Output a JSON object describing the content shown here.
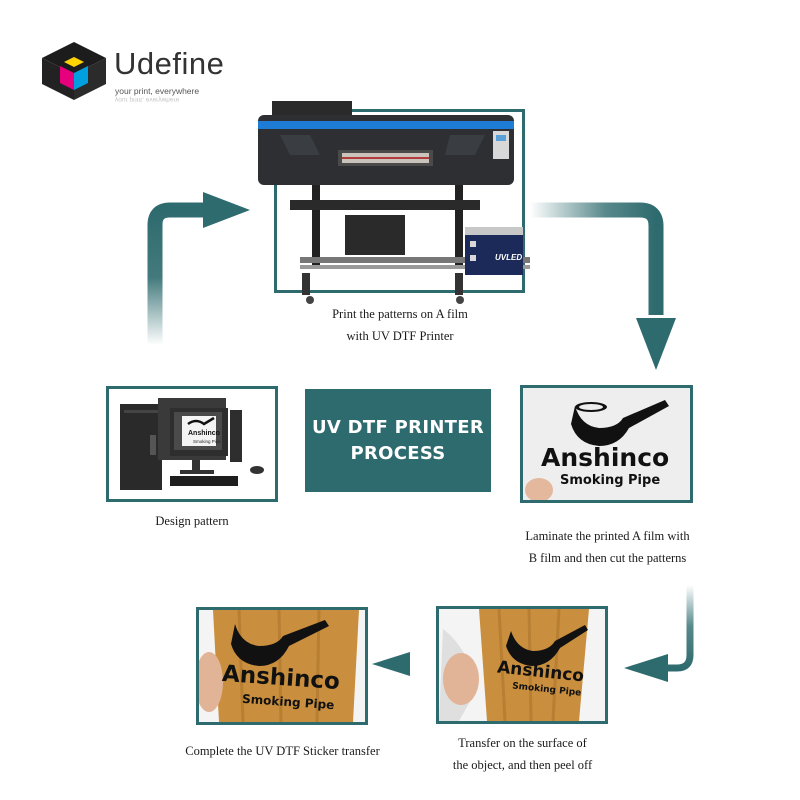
{
  "brand": {
    "name": "Udefine",
    "tagline": "your print, everywhere",
    "tagline_mirror": "your print, everywhere"
  },
  "title": {
    "line1": "UV DTF PRINTER",
    "line2": "PROCESS"
  },
  "steps": {
    "print": {
      "line1": "Print the patterns on A film",
      "line2": "with UV DTF Printer",
      "device_label": "UVLED"
    },
    "design": {
      "caption": "Design pattern",
      "screen_word": "Anshinco",
      "screen_sub": "Smoking Pipe"
    },
    "laminate": {
      "line1": "Laminate the printed A film with",
      "line2": "B film and then cut the patterns",
      "word": "Anshinco",
      "sub": "Smoking Pipe"
    },
    "transfer": {
      "line1": "Transfer on the surface of",
      "line2": "the object, and then peel off",
      "word": "Anshinco",
      "sub": "Smoking Pipe"
    },
    "complete": {
      "caption": "Complete the UV DTF Sticker transfer",
      "word": "Anshinco",
      "sub": "Smoking Pipe"
    }
  },
  "colors": {
    "accent": "#2e6b6e",
    "magenta": "#e6007e",
    "cyan": "#00a0e0",
    "yellow": "#ffd400",
    "printer_blue": "#1e7bd6"
  }
}
